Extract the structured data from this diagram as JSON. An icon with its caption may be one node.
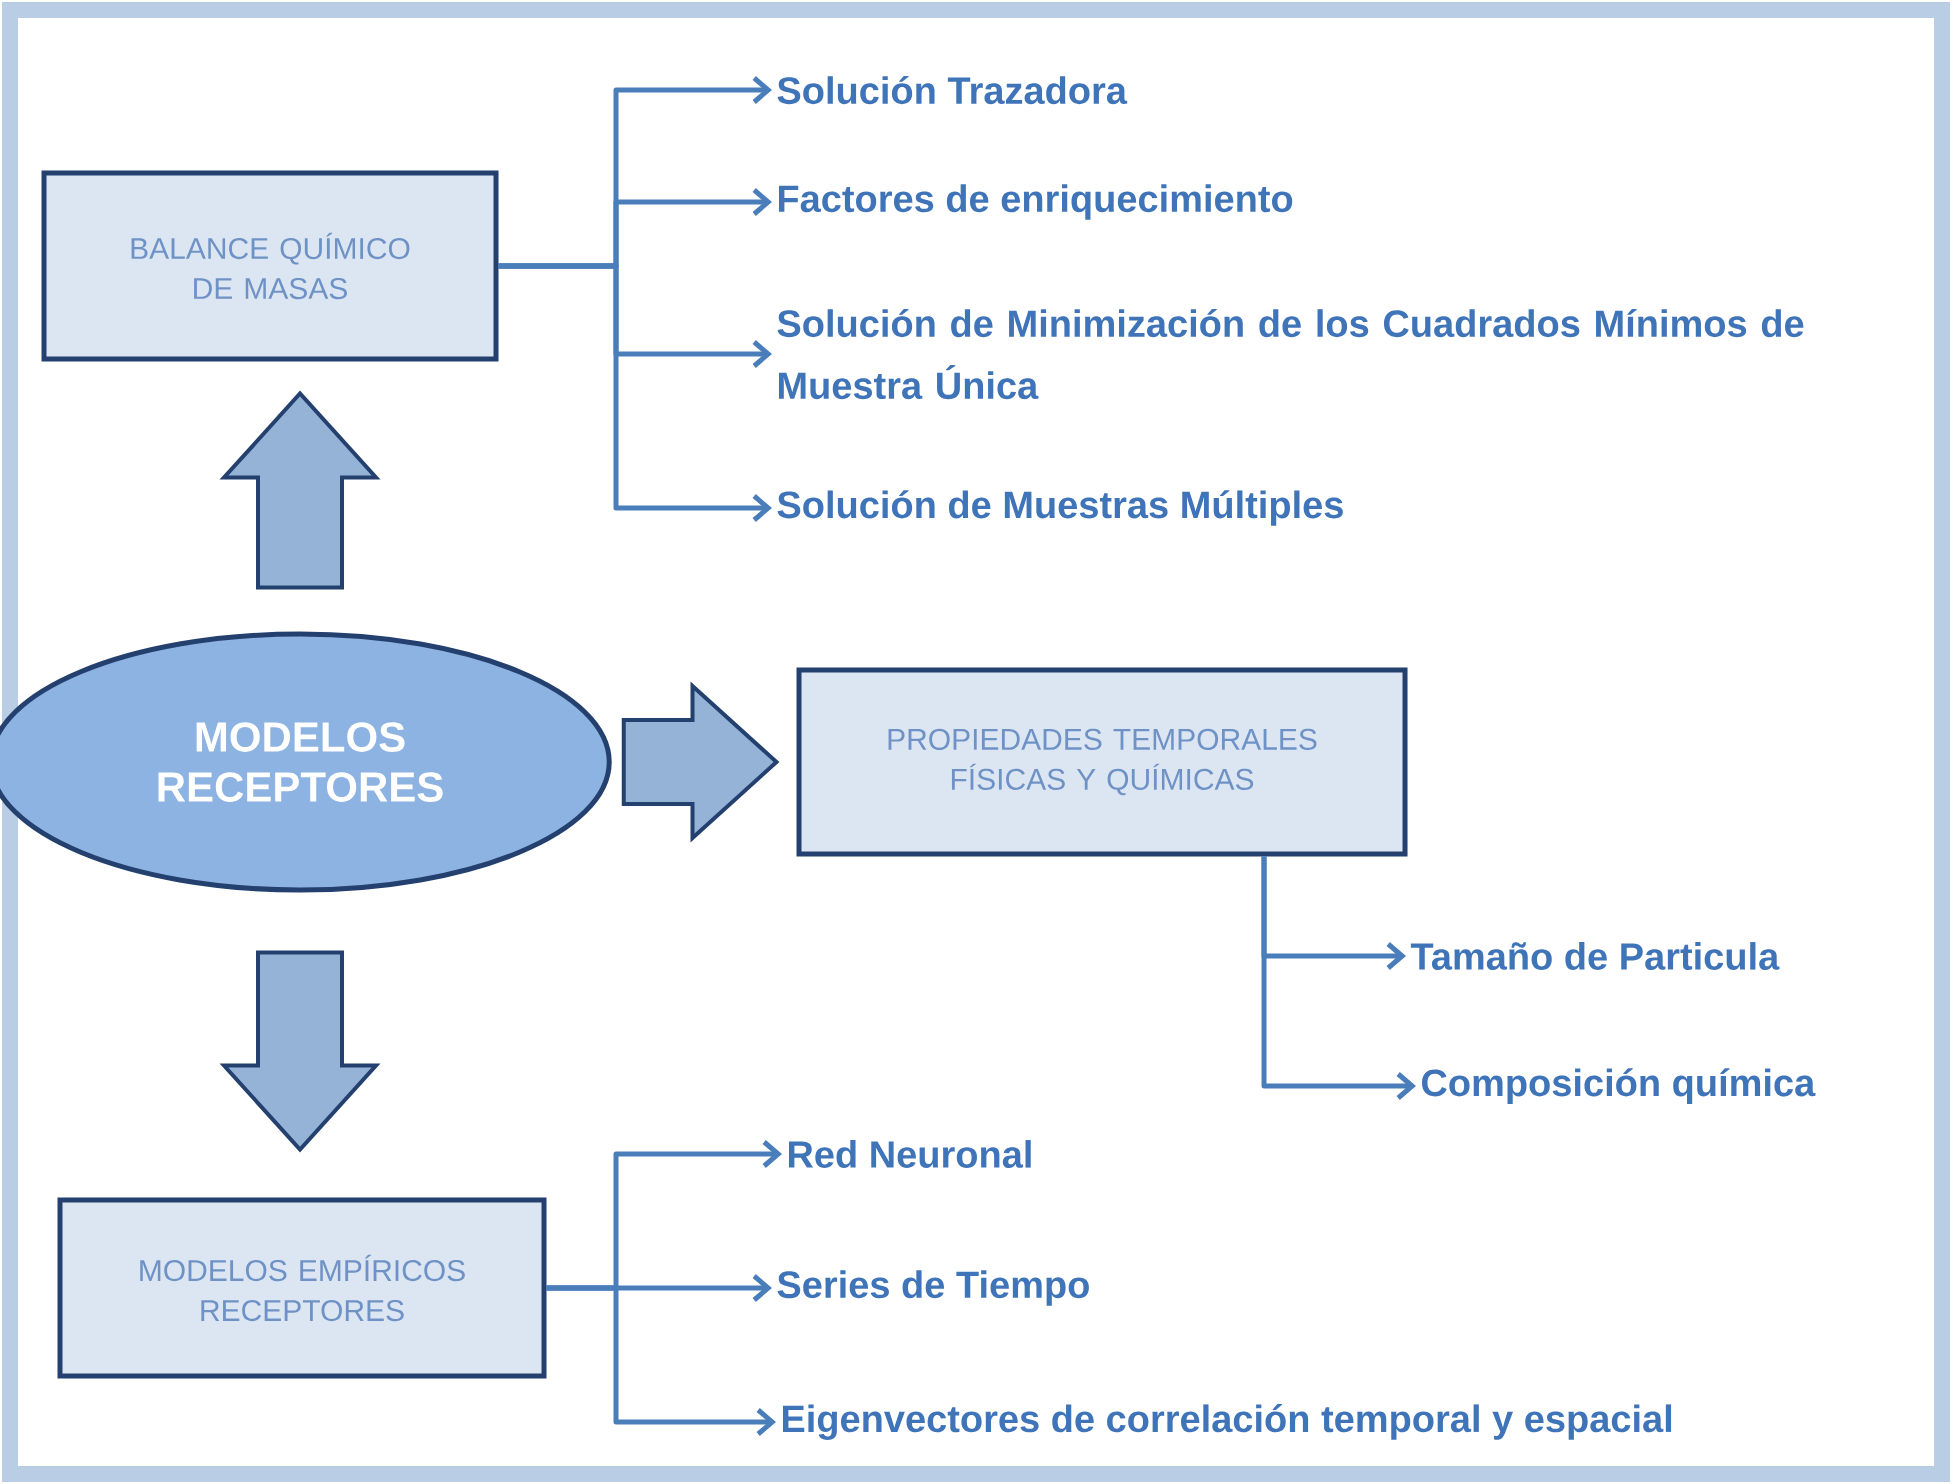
{
  "diagram": {
    "nodes": [
      {
        "text": [
          "MODELOS RECEPTORES"
        ]
      },
      {
        "text": [
          "BALANCE QUÍMICO DE MASAS"
        ]
      },
      {
        "text": [
          "Solución Trazadora"
        ]
      },
      {
        "text": [
          "Factores de enriquecimiento"
        ]
      },
      {
        "text": [
          "Solución de Minimización de los Cuadrados Mínimos de Muestra Única"
        ]
      },
      {
        "text": [
          "Solución de Muestras Múltiples"
        ]
      },
      {
        "text": [
          "PROPIEDADES TEMPORALES FÍSICAS Y QUÍMICAS"
        ]
      },
      {
        "text": [
          "Tamaño de Particula"
        ]
      },
      {
        "text": [
          "Composición química"
        ]
      },
      {
        "text": [
          "MODELOS EMPÍRICOS RECEPTORES"
        ]
      },
      {
        "text": [
          "Red Neuronal"
        ]
      },
      {
        "text": [
          "Series de Tiempo"
        ]
      },
      {
        "text": [
          "Eigenvectores de correlación temporal y espacial"
        ]
      }
    ],
    "edges": [
      {
        "from": 0,
        "to": 1,
        "arrow": "to",
        "style": "thick"
      },
      {
        "from": 0,
        "to": 6,
        "arrow": "to",
        "style": "thick"
      },
      {
        "from": 0,
        "to": 9,
        "arrow": "to",
        "style": "thick"
      },
      {
        "from": 1,
        "to": 2,
        "arrow": "to"
      },
      {
        "from": 1,
        "to": 3,
        "arrow": "to"
      },
      {
        "from": 1,
        "to": 4,
        "arrow": "to"
      },
      {
        "from": 1,
        "to": 5,
        "arrow": "to"
      },
      {
        "from": 6,
        "to": 7,
        "arrow": "to"
      },
      {
        "from": 6,
        "to": 8,
        "arrow": "to"
      },
      {
        "from": 9,
        "to": 10,
        "arrow": "to"
      },
      {
        "from": 9,
        "to": 11,
        "arrow": "to"
      },
      {
        "from": 9,
        "to": 12,
        "arrow": "to"
      }
    ]
  }
}
